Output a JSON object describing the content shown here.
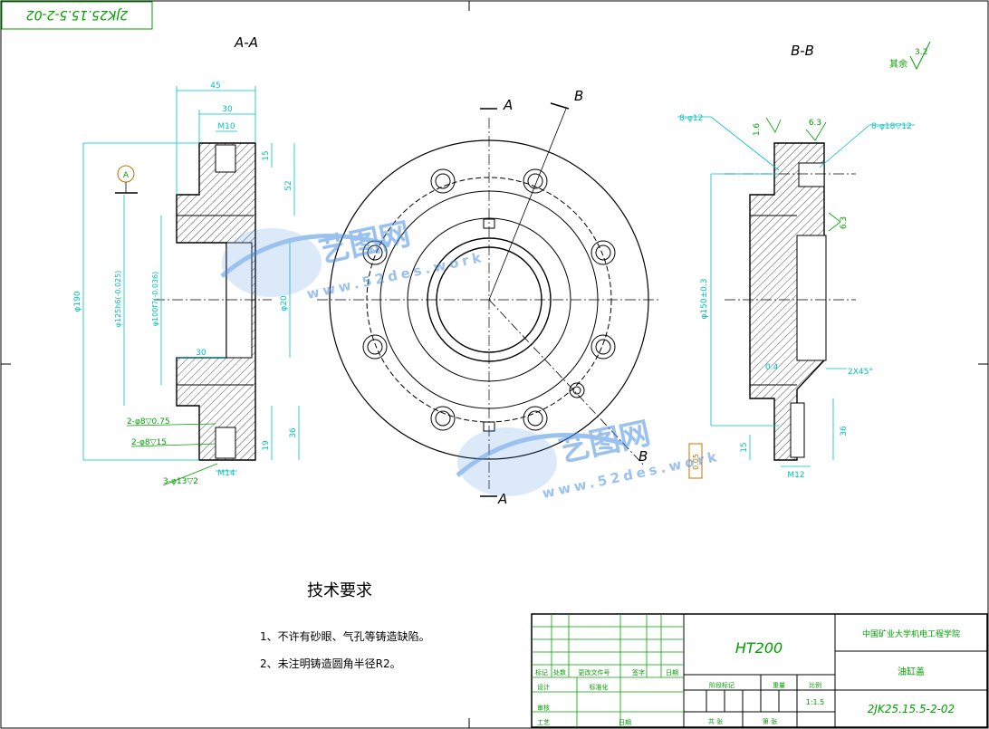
{
  "drawing_number_corner": "2JK25.15.5-2-02",
  "section_labels": {
    "aa": "A-A",
    "bb": "B-B"
  },
  "cut_labels": {
    "a_top": "A",
    "a_bottom": "A",
    "b_top": "B",
    "b_bottom": "B"
  },
  "datum_label": "A",
  "surface_finish": {
    "rest": "其余",
    "rest_value": "3.2",
    "v1": "1.6",
    "v2": "6.3",
    "v3": "6.3"
  },
  "dims_aa": {
    "d45": "45",
    "d30_top": "30",
    "m10": "M10",
    "d15": "15",
    "d52": "52",
    "d190": "φ190",
    "d125": "φ125h6(-0.025)",
    "d100": "φ100f7(-0.036)",
    "d20": "φ20",
    "d30_bot": "30",
    "d36": "36",
    "d19": "19",
    "m14": "M14",
    "note1": "2-φ8▽0.75",
    "note2": "2-φ8▽15",
    "note3": "3-φ13▽2"
  },
  "dims_bb": {
    "n1": "8-φ12",
    "n2": "8-φ18▽12",
    "d150": "φ150±0.3",
    "chamfer": "2X45°",
    "d04": "0.4",
    "d36": "36",
    "d15": "15",
    "m12": "M12",
    "tol": "0.05"
  },
  "tech_title": "技术要求",
  "tech_notes": [
    "1、不许有砂眼、气孔等铸造缺陷。",
    "2、未注明铸造圆角半径R2。"
  ],
  "title_block": {
    "material": "HT200",
    "school": "中国矿业大学机电工程学院",
    "part_name": "油缸盖",
    "drawing_number": "2JK25.15.5-2-02",
    "scale": "1:1.5",
    "col_labels": [
      "标记",
      "处数",
      "更改文件号",
      "签字",
      "日期"
    ],
    "row_labels": [
      "设计",
      "标准化"
    ],
    "row_labels2": [
      "审核",
      "工艺"
    ],
    "date_label": "日期",
    "stage_label": "阶段标记",
    "weight_label": "重量",
    "scale_label": "比例",
    "sheet_total": "共 张",
    "sheet_no": "第 张"
  },
  "watermark": {
    "brand": "艺图网",
    "url": "www.52des.work"
  }
}
